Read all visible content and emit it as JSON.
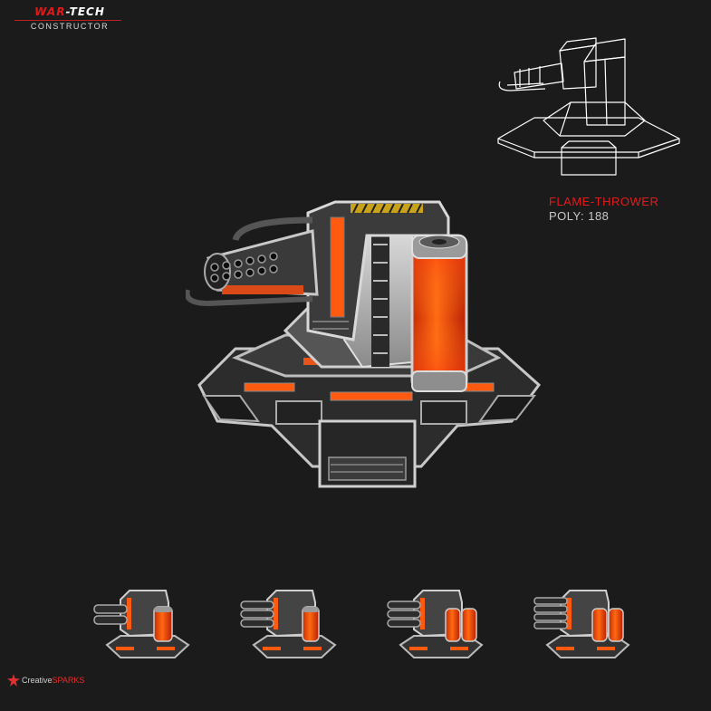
{
  "logo": {
    "word1": "WAR",
    "word2": "-TECH",
    "subtitle": "CONSTRUCTOR"
  },
  "model": {
    "name": "FLAME-THROWER",
    "poly": "POLY: 188"
  },
  "variants": [
    {
      "barrels": 2
    },
    {
      "barrels": 3
    },
    {
      "barrels": 3
    },
    {
      "barrels": 4
    }
  ],
  "brand": {
    "part1": "Creative",
    "part2": "SPARKS"
  },
  "colors": {
    "accent_red": "#e31b1b",
    "tank_orange": "#ff5a10",
    "metal": "#b8b8b8"
  }
}
